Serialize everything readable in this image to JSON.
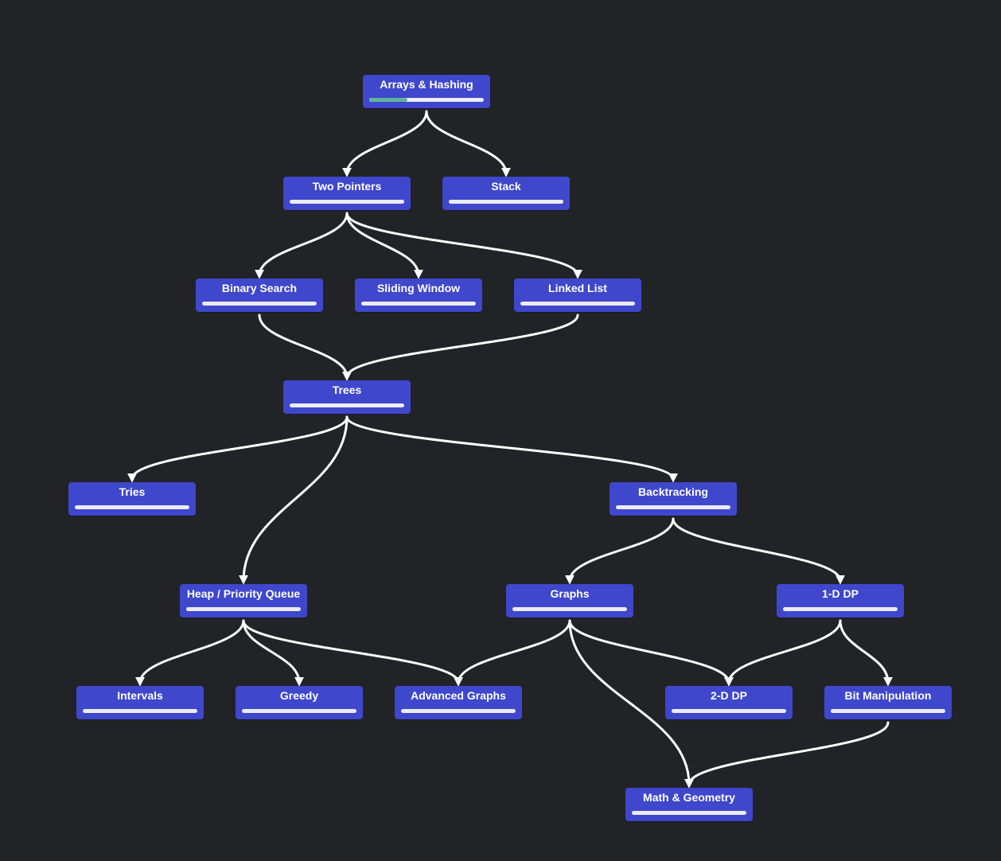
{
  "colors": {
    "background": "#222327",
    "node": "#3f47cc",
    "edge": "#ffffff",
    "progress_track": "#ecebf2",
    "progress_fill": "#5fb49c"
  },
  "nodes": [
    {
      "id": "arrays-hashing",
      "label": "Arrays & Hashing",
      "progress": 0.33
    },
    {
      "id": "two-pointers",
      "label": "Two Pointers",
      "progress": 0
    },
    {
      "id": "stack",
      "label": "Stack",
      "progress": 0
    },
    {
      "id": "binary-search",
      "label": "Binary Search",
      "progress": 0
    },
    {
      "id": "sliding-window",
      "label": "Sliding Window",
      "progress": 0
    },
    {
      "id": "linked-list",
      "label": "Linked List",
      "progress": 0
    },
    {
      "id": "trees",
      "label": "Trees",
      "progress": 0
    },
    {
      "id": "tries",
      "label": "Tries",
      "progress": 0
    },
    {
      "id": "backtracking",
      "label": "Backtracking",
      "progress": 0
    },
    {
      "id": "heap-priority-queue",
      "label": "Heap / Priority Queue",
      "progress": 0
    },
    {
      "id": "graphs",
      "label": "Graphs",
      "progress": 0
    },
    {
      "id": "1d-dp",
      "label": "1-D DP",
      "progress": 0
    },
    {
      "id": "intervals",
      "label": "Intervals",
      "progress": 0
    },
    {
      "id": "greedy",
      "label": "Greedy",
      "progress": 0
    },
    {
      "id": "advanced-graphs",
      "label": "Advanced Graphs",
      "progress": 0
    },
    {
      "id": "2d-dp",
      "label": "2-D DP",
      "progress": 0
    },
    {
      "id": "bit-manipulation",
      "label": "Bit Manipulation",
      "progress": 0
    },
    {
      "id": "math-geometry",
      "label": "Math & Geometry",
      "progress": 0
    }
  ],
  "edges": [
    {
      "from": "arrays-hashing",
      "to": "two-pointers"
    },
    {
      "from": "arrays-hashing",
      "to": "stack"
    },
    {
      "from": "two-pointers",
      "to": "binary-search"
    },
    {
      "from": "two-pointers",
      "to": "sliding-window"
    },
    {
      "from": "two-pointers",
      "to": "linked-list"
    },
    {
      "from": "binary-search",
      "to": "trees"
    },
    {
      "from": "linked-list",
      "to": "trees"
    },
    {
      "from": "trees",
      "to": "tries"
    },
    {
      "from": "trees",
      "to": "heap-priority-queue"
    },
    {
      "from": "trees",
      "to": "backtracking"
    },
    {
      "from": "backtracking",
      "to": "graphs"
    },
    {
      "from": "backtracking",
      "to": "1d-dp"
    },
    {
      "from": "heap-priority-queue",
      "to": "intervals"
    },
    {
      "from": "heap-priority-queue",
      "to": "greedy"
    },
    {
      "from": "heap-priority-queue",
      "to": "advanced-graphs"
    },
    {
      "from": "graphs",
      "to": "advanced-graphs"
    },
    {
      "from": "graphs",
      "to": "2d-dp"
    },
    {
      "from": "graphs",
      "to": "math-geometry"
    },
    {
      "from": "1d-dp",
      "to": "2d-dp"
    },
    {
      "from": "1d-dp",
      "to": "bit-manipulation"
    },
    {
      "from": "bit-manipulation",
      "to": "math-geometry"
    }
  ]
}
